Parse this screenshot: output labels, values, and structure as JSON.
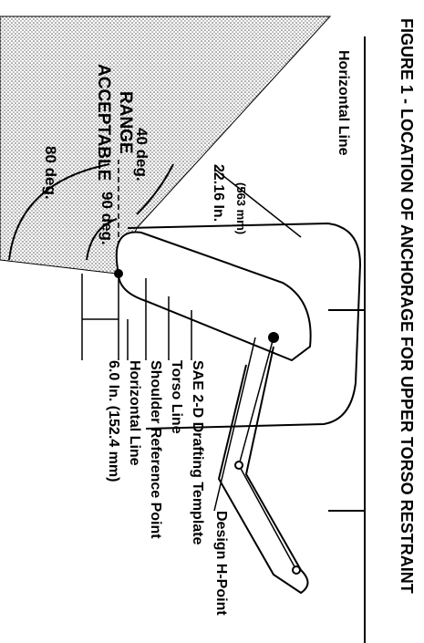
{
  "figure": {
    "caption": "FIGURE 1 - LOCATION OF ANCHORAGE FOR UPPER TORSO RESTRAINT",
    "acceptable_range": [
      "ACCEPTABLE",
      "RANGE"
    ],
    "angles": {
      "a80": "80 deg.",
      "a90": "90 deg.",
      "a40": "40 deg."
    },
    "dimension_22": {
      "inches": "22.16 In.",
      "mm": "(563 mm)"
    },
    "dimension_6": "6.0 In.  (152.4 mm)",
    "horizontal_line_top": "Horizontal Line",
    "left_labels": {
      "horizontal_line": "Horizontal Line",
      "shoulder_reference_point": "Shoulder Reference Point",
      "torso_line": "Torso Line",
      "sae_template": "SAE 2-D Drafting Template",
      "design_h_point": "Design H-Point"
    }
  },
  "colors": {
    "ink": "#000000",
    "range_fill": "#cfcfcf",
    "paper": "#ffffff"
  }
}
